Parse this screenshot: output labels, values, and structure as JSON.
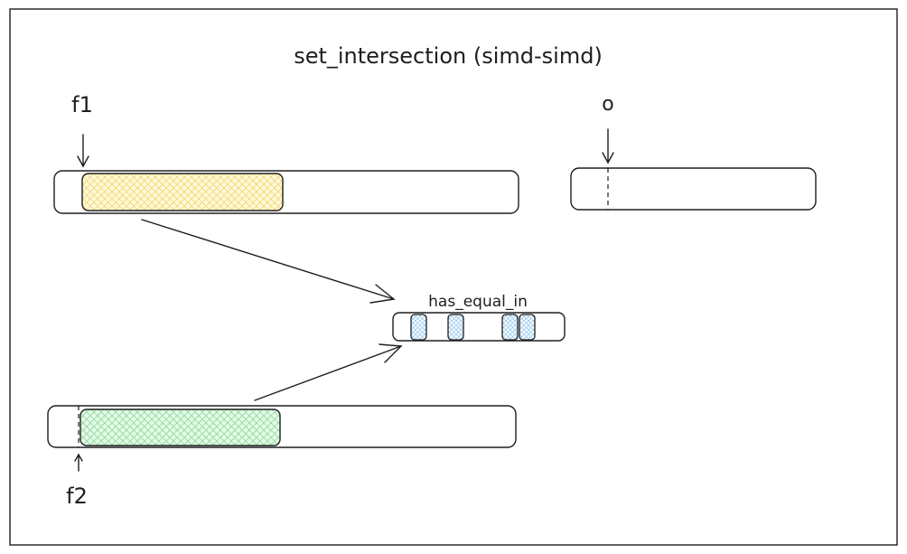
{
  "title": "set_intersection (simd-simd)",
  "labels": {
    "f1": "f1",
    "f2": "f2",
    "o": "o",
    "has_equal_in": "has_equal_in"
  },
  "colors": {
    "stroke": "#1e1e1e",
    "f1_fill": "#ffec99",
    "f2_fill": "#b2f2bb",
    "mask_fill": "#a5d8ff",
    "background": "#ffffff"
  }
}
